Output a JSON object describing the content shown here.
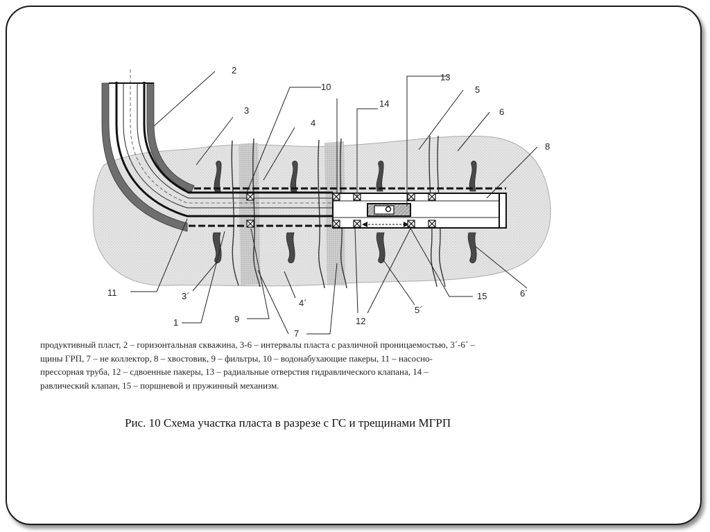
{
  "diagram": {
    "labels": {
      "l1": "1",
      "l2": "2",
      "l3": "3",
      "l3p": "3´",
      "l4": "4",
      "l4p": "4´",
      "l5": "5",
      "l5p": "5´",
      "l6": "6",
      "l6p": "6´",
      "l7": "7",
      "l8": "8",
      "l9": "9",
      "l10": "10",
      "l11": "11",
      "l12": "12",
      "l13": "13",
      "l14": "14",
      "l15": "15"
    },
    "colors": {
      "rock": "#e4e4e4",
      "no_collector": "#c9c9c9",
      "tubing": "#6e6e6e",
      "line": "#222222"
    }
  },
  "legend": {
    "lines": [
      "продуктивный пласт, 2 – горизонтальная скважина, 3-6 – интервалы пласта с различной проницаемостью, 3´-6´ –",
      "щины ГРП, 7 – не коллектор, 8 – хвостовик, 9 – фильтры, 10 – водонабухающие пакеры, 11 – насосно-",
      "прессорная труба, 12 – сдвоенные пакеры, 13 – радиальные отверстия гидравлического клапана, 14 –",
      "равлический клапан, 15 – поршневой и пружинный механизм."
    ]
  },
  "caption": "Рис. 10 Схема участка пласта в разрезе с ГС и трещинами МГРП"
}
